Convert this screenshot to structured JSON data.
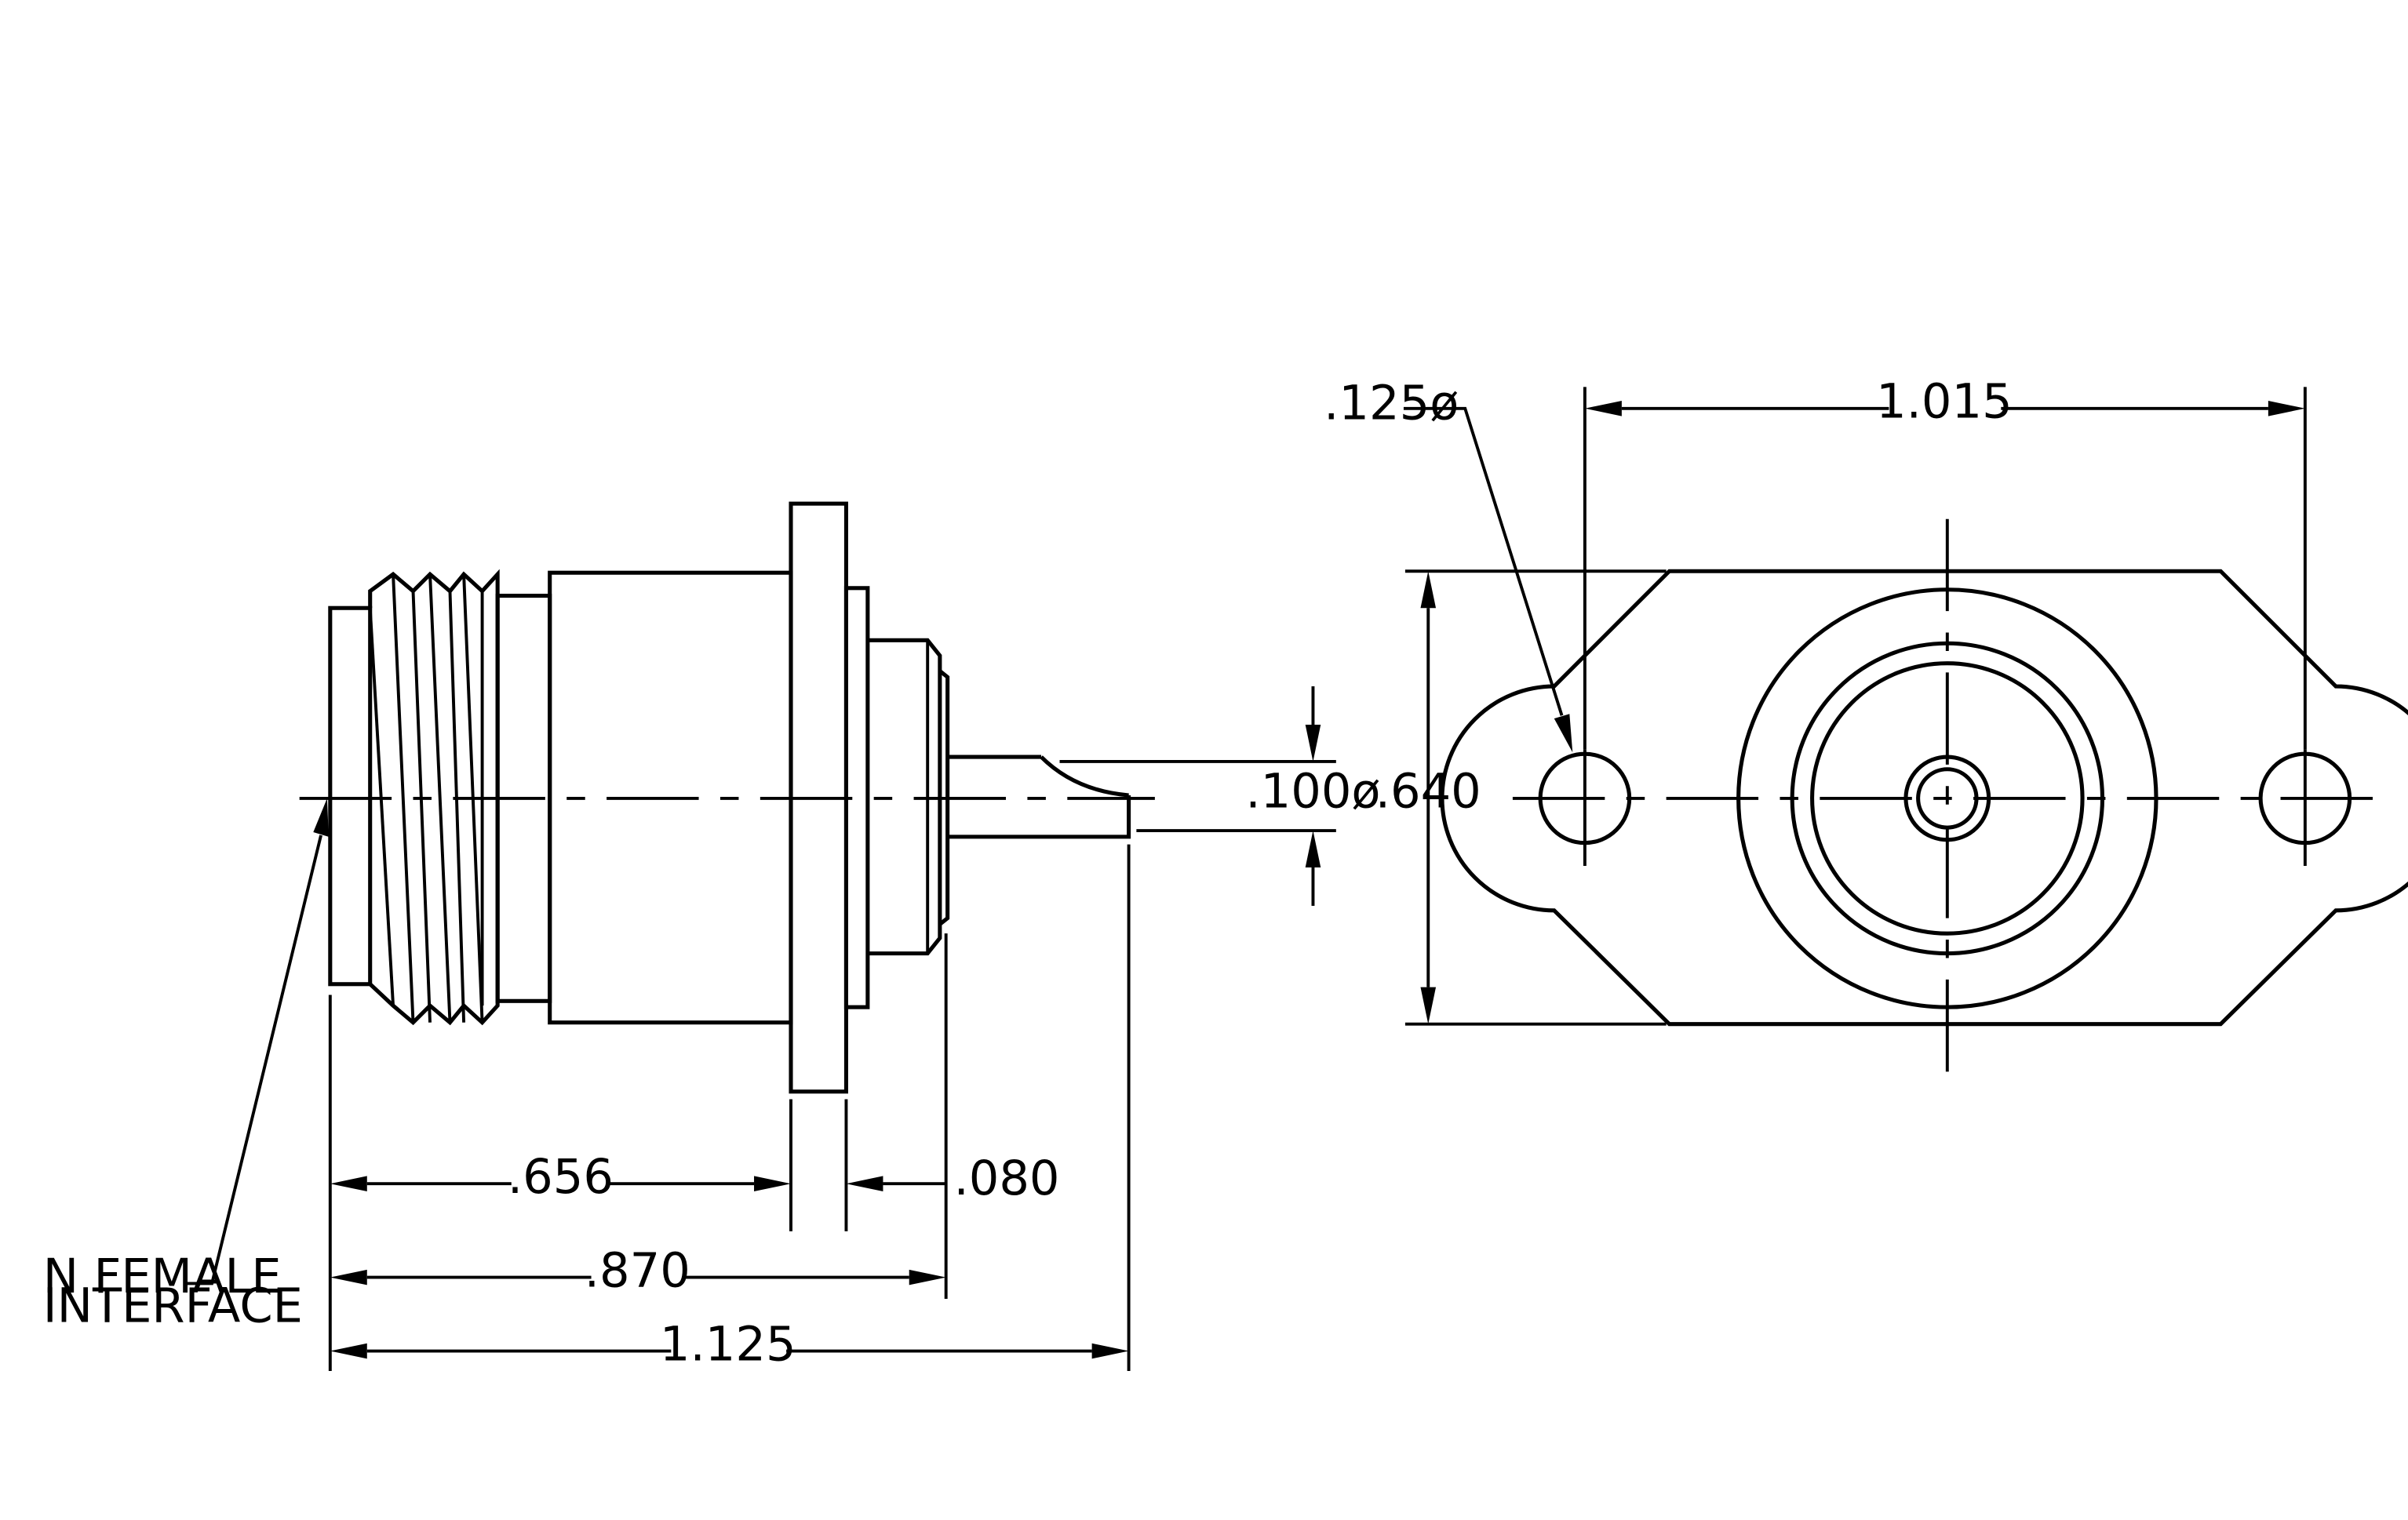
{
  "dimensions": {
    "flange_to_face": ".656",
    "flange_thickness": ".080",
    "body_length": ".870",
    "overall_length": "1.125",
    "pin_diameter": ".100ø",
    "flange_height": ".640",
    "hole_spacing": "1.015",
    "hole_diameter": ".125ø"
  },
  "callouts": {
    "interface_line1": "N FEMALE",
    "interface_line2": "INTERFACE"
  },
  "colors": {
    "line": "#000000",
    "background": "#ffffff"
  }
}
